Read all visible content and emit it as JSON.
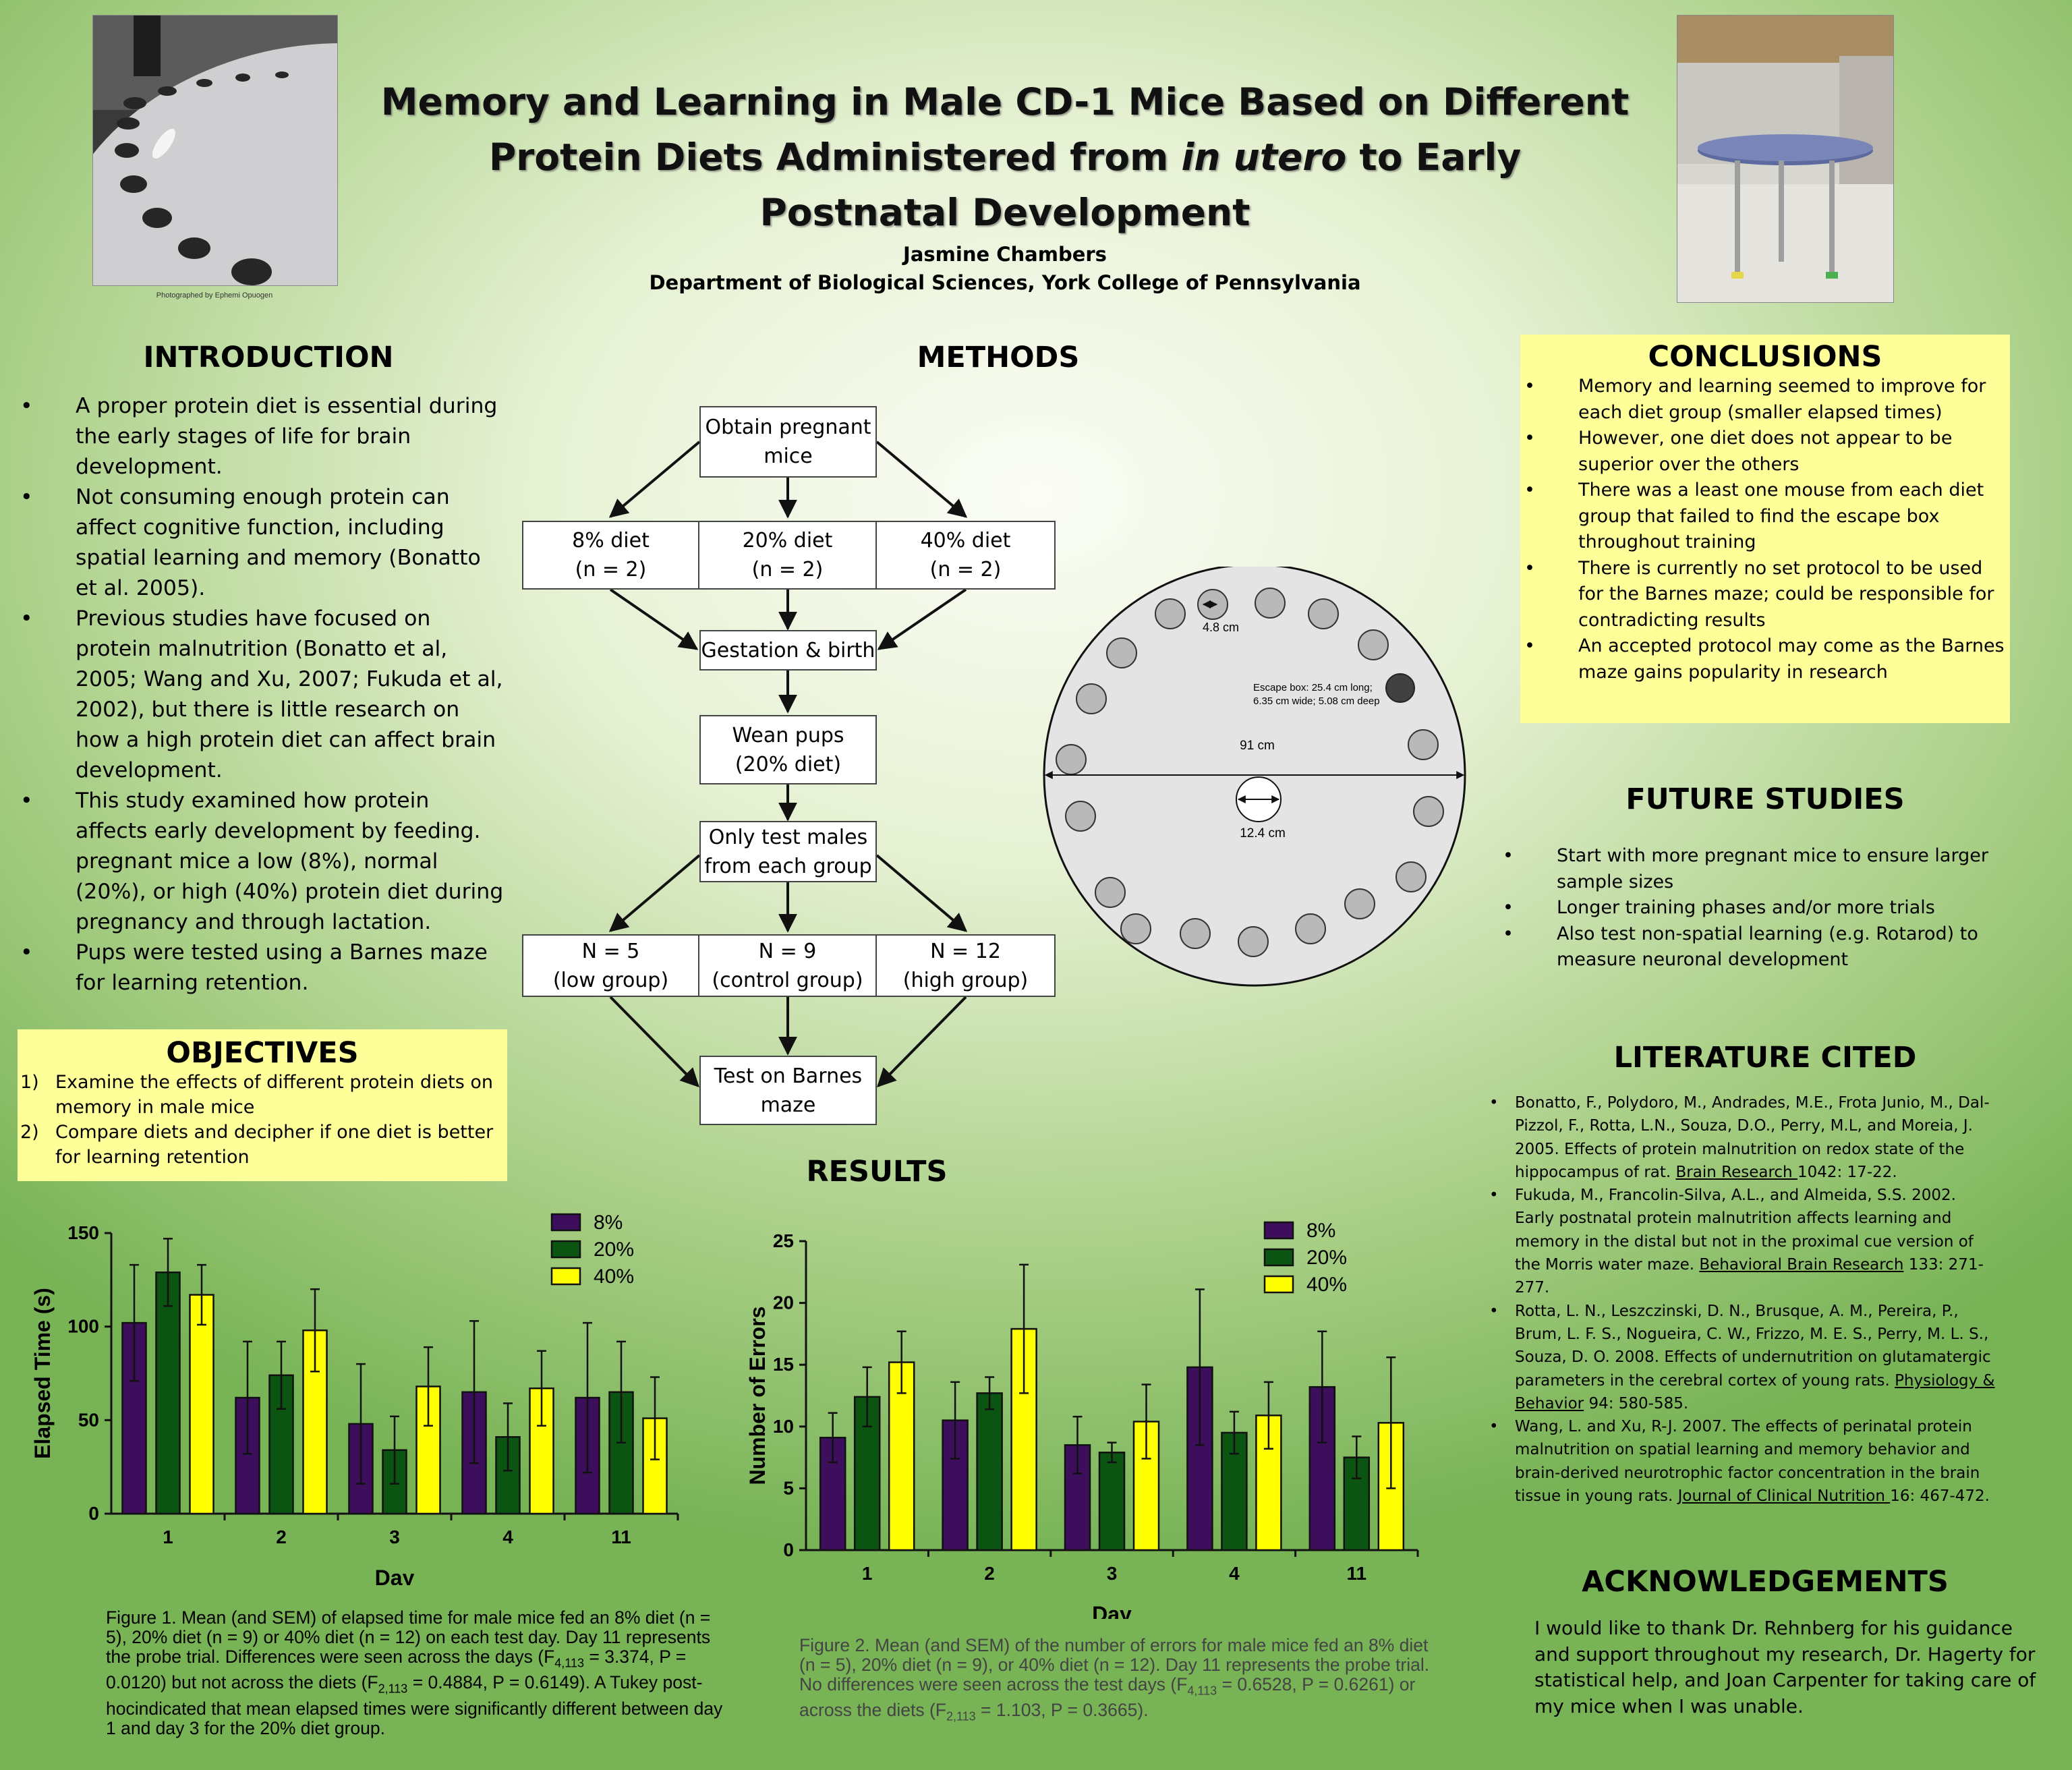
{
  "header": {
    "title_line1": "Memory and Learning in Male CD-1 Mice Based on Different",
    "title_line2_pre": "Protein Diets Administered from ",
    "title_line2_italic": "in utero",
    "title_line2_post": " to Early",
    "title_line3": "Postnatal Development",
    "author": "Jasmine Chambers",
    "department": "Department of Biological Sciences, York College of Pennsylvania",
    "photo_credit": "Photographed by Ephemi Opuogen"
  },
  "introduction": {
    "heading": "INTRODUCTION",
    "items": [
      "A proper protein diet is essential  during the early stages of life for brain development.",
      "Not consuming enough protein can affect cognitive function, including spatial learning and memory (Bonatto et al. 2005).",
      "Previous studies have focused on protein malnutrition (Bonatto et al, 2005; Wang and Xu, 2007; Fukuda et al, 2002), but there is little research on how a high protein diet can affect brain development.",
      "This study examined how protein affects early development by feeding. pregnant mice a low (8%), normal (20%), or high (40%) protein diet during pregnancy and through lactation.",
      "Pups were tested using a Barnes maze for learning retention."
    ]
  },
  "objectives": {
    "heading": "OBJECTIVES",
    "items": [
      {
        "num": "1)",
        "text": "Examine the effects of different protein diets on memory in male mice"
      },
      {
        "num": "2)",
        "text": "Compare diets and decipher if one diet is better for learning retention"
      }
    ]
  },
  "methods": {
    "heading": "METHODS",
    "obtain": "Obtain pregnant\nmice",
    "diet8": "8% diet\n(n = 2)",
    "diet20": "20% diet\n(n = 2)",
    "diet40": "40% diet\n(n = 2)",
    "gestation": "Gestation & birth",
    "wean": "Wean pups\n(20% diet)",
    "males": "Only test males\nfrom each group",
    "low": "N = 5\n(low group)",
    "control": "N = 9\n(control group)",
    "high": "N = 12\n(high group)",
    "test": "Test on Barnes\nmaze"
  },
  "maze": {
    "hole_label": "4.8 cm",
    "escape_line1": "Escape box: 25.4 cm long;",
    "escape_line2": "6.35 cm wide; 5.08 cm deep",
    "diameter_label": "91 cm",
    "center_label": "12.4 cm"
  },
  "results": {
    "heading": "RESULTS"
  },
  "chart_data": [
    {
      "type": "bar",
      "categories": [
        "1",
        "2",
        "3",
        "4",
        "11"
      ],
      "series": [
        {
          "name": "8%",
          "color": "#3d0e5c",
          "values": [
            102,
            62,
            48,
            65,
            62
          ],
          "sem": [
            31,
            30,
            32,
            38,
            40
          ]
        },
        {
          "name": "20%",
          "color": "#0c5412",
          "values": [
            129,
            74,
            34,
            41,
            65
          ],
          "sem": [
            18,
            18,
            18,
            18,
            27
          ]
        },
        {
          "name": "40%",
          "color": "#ffff00",
          "values": [
            117,
            98,
            68,
            67,
            51
          ],
          "sem": [
            16,
            22,
            21,
            20,
            22
          ]
        }
      ],
      "xlabel": "Day",
      "ylabel": "Elapsed Time (s)",
      "ylim": [
        0,
        150
      ],
      "yticks": [
        0,
        50,
        100,
        150
      ],
      "legend": "top-right",
      "grid": false
    },
    {
      "type": "bar",
      "categories": [
        "1",
        "2",
        "3",
        "4",
        "11"
      ],
      "series": [
        {
          "name": "8%",
          "color": "#3d0e5c",
          "values": [
            9.1,
            10.5,
            8.5,
            14.8,
            13.2
          ],
          "sem": [
            2,
            3.1,
            2.3,
            6.3,
            4.5
          ]
        },
        {
          "name": "20%",
          "color": "#0c5412",
          "values": [
            12.4,
            12.7,
            7.9,
            9.5,
            7.5
          ],
          "sem": [
            2.4,
            1.3,
            0.8,
            1.7,
            1.7
          ]
        },
        {
          "name": "40%",
          "color": "#ffff00",
          "values": [
            15.2,
            17.9,
            10.4,
            10.9,
            10.3
          ],
          "sem": [
            2.5,
            5.2,
            3,
            2.7,
            5.3
          ]
        }
      ],
      "xlabel": "Day",
      "ylabel": "Number of Errors",
      "ylim": [
        0,
        25
      ],
      "yticks": [
        0,
        5,
        10,
        15,
        20,
        25
      ],
      "legend": "top-right",
      "grid": false
    }
  ],
  "figure1_caption": {
    "p1": "Figure 1. Mean (and SEM) of elapsed time for male mice fed an 8% diet (n = 5), 20% diet (n = 9) or 40% diet (n = 12) on each test day. Day 11 represents the probe trial. Differences were seen across the days (F",
    "sub1": "4,113",
    "p2": " = 3.374, P = 0.0120) but not across the diets (F",
    "sub2": "2,113",
    "p3": " = 0.4884, P = 0.6149). A Tukey post- hocindicated that mean elapsed times were significantly different between day 1 and day 3 for the 20% diet group."
  },
  "figure2_caption": {
    "p1": "Figure 2. Mean (and SEM) of the number of errors for male mice fed an 8% diet (n = 5), 20% diet (n = 9), or 40% diet (n = 12). Day 11 represents the probe trial. No differences were seen across the test days (F",
    "sub1": "4,113",
    "p2": " = 0.6528, P = 0.6261) or across the diets (F",
    "sub2": "2,113",
    "p3": " = 1.103, P = 0.3665)."
  },
  "conclusions": {
    "heading": "CONCLUSIONS",
    "items": [
      "Memory and learning seemed to improve for each diet group (smaller elapsed times)",
      "However, one diet does not appear to be superior over the others",
      "There was a least one mouse from each diet group that failed to find the escape box throughout training",
      "There is currently no set protocol to be used for the Barnes maze; could be responsible for contradicting results",
      "An accepted protocol may come as the Barnes maze gains popularity in research"
    ]
  },
  "future": {
    "heading": "FUTURE STUDIES",
    "items": [
      "Start with more pregnant mice to ensure larger sample sizes",
      "Longer training phases and/or more trials",
      "Also test non-spatial learning (e.g. Rotarod) to measure neuronal development"
    ]
  },
  "literature": {
    "heading": "LITERATURE CITED",
    "refs": [
      {
        "pre": "Bonatto, F., Polydoro, M., Andrades, M.E., Frota Junio, M., Dal-Pizzol,  F., Rotta, L.N., Souza, D.O., Perry, M.L, and Moreia, J. 2005. Effects of protein malnutrition  on redox state of the hippocampus of rat. ",
        "journal": "Brain Research ",
        "post": "1042: 17-22."
      },
      {
        "pre": "Fukuda, M., Francolin-Silva, A.L., and Almeida, S.S. 2002. Early postnatal protein malnutrition  affects learning and memory in the distal but not in the proximal  cue version of the Morris water maze. ",
        "journal": "Behavioral Brain Research",
        "post": " 133: 271-277."
      },
      {
        "pre": "Rotta, L. N., Leszczinski, D. N., Brusque, A. M., Pereira, P., Brum, L. F. S., Nogueira, C. W., Frizzo, M. E. S., Perry, M. L. S., Souza, D. O. 2008. Effects of undernutrition on glutamatergic parameters in the cerebral cortex of young rats. ",
        "journal": "Physiology & Behavior",
        "post": " 94: 580-585."
      },
      {
        "pre": "Wang, L. and Xu, R-J. 2007. The effects of perinatal protein malnutrition  on spatial learning and memory behavior and brain-derived neurotrophic factor concentration in the brain tissue in young rats. ",
        "journal": "Journal of Clinical Nutrition ",
        "post": "16: 467-472."
      }
    ]
  },
  "acknowledgements": {
    "heading": "ACKNOWLEDGEMENTS",
    "text": "I would like to thank Dr. Rehnberg for his guidance and support throughout my research, Dr. Hagerty for statistical help, and Joan Carpenter for taking care of my mice when I was unable."
  }
}
